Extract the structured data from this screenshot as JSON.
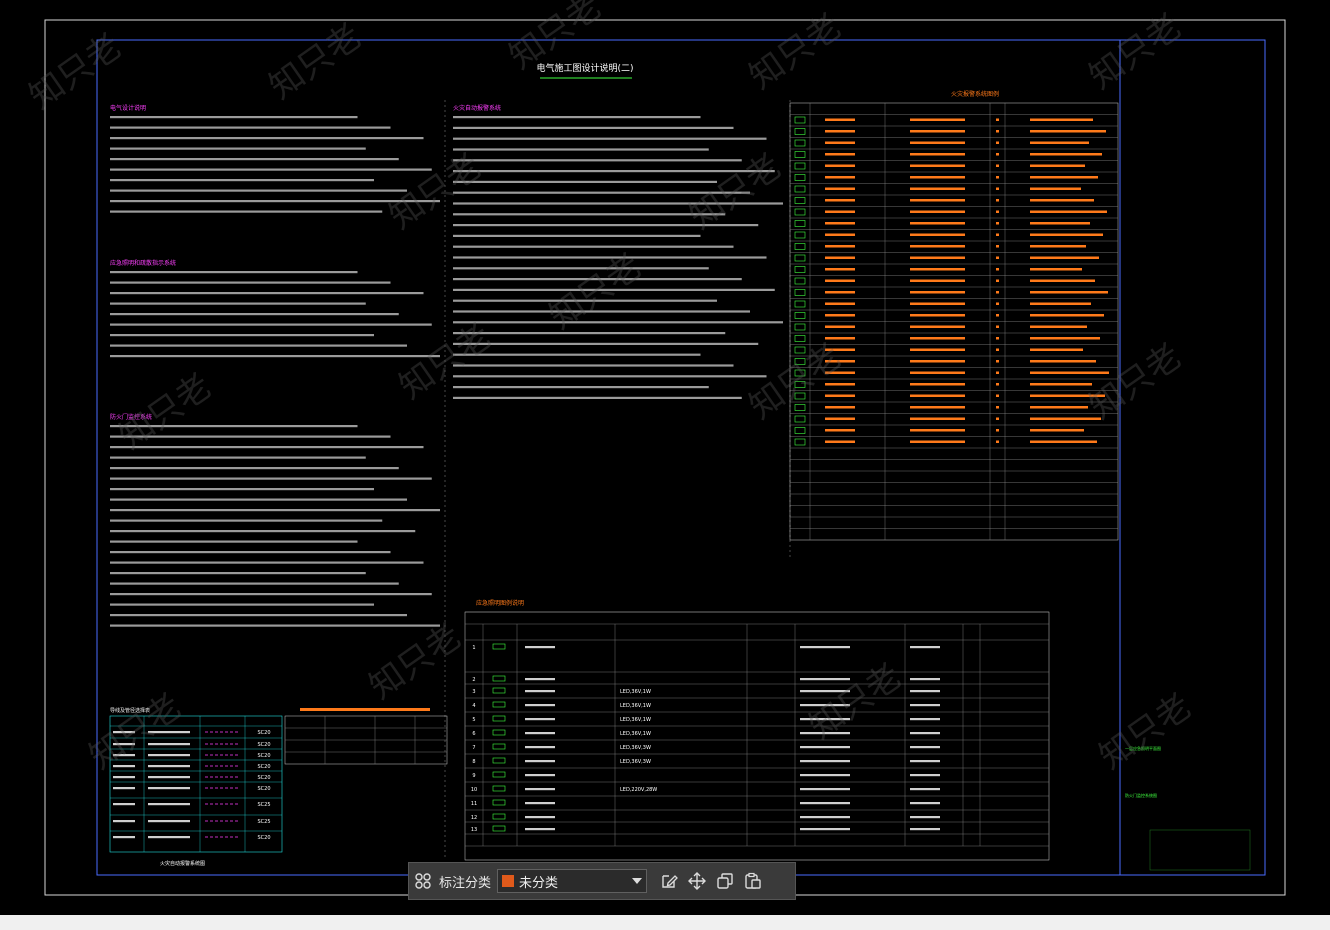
{
  "drawing": {
    "title": "电气施工图设计说明(二)",
    "section_headings": {
      "design_basis": "电气设计说明",
      "fire_alarm": "火灾自动报警系统",
      "emergency": "应急照明和疏散指示系统",
      "fire_legend": "火灾报警系统图例",
      "emergency_legend": "应急照明图例说明",
      "fire_doors": "防火门监控系统",
      "cable_table": "导线及管径选择表",
      "bottom_caption": "火灾自动报警系统图"
    },
    "right_panel_labels": [
      "一层应急照明平面图",
      "防火门监控系统图"
    ],
    "emergency_table": {
      "rows": [
        {
          "no": "1"
        },
        {
          "no": "2"
        },
        {
          "no": "3"
        },
        {
          "no": "4"
        },
        {
          "no": "5"
        },
        {
          "no": "6"
        },
        {
          "no": "7"
        },
        {
          "no": "8"
        },
        {
          "no": "9"
        },
        {
          "no": "10",
          "spec": "LED,220V,28W"
        },
        {
          "no": "11"
        },
        {
          "no": "12"
        },
        {
          "no": "13"
        }
      ],
      "specs": [
        "LED,36V,1W",
        "LED,36V,1W",
        "LED,36V,1W",
        "LED,36V,1W",
        "LED,36V,3W",
        "LED,36V,3W"
      ]
    },
    "cable_table_codes": [
      "SC20",
      "SC20",
      "SC20",
      "SC20",
      "SC20",
      "SC20",
      "SC25",
      "SC25",
      "SC20"
    ]
  },
  "watermark": "知只老",
  "toolbar": {
    "category_label": "标注分类",
    "selected_category": "未分类",
    "buttons": [
      {
        "name": "grid-icon"
      },
      {
        "name": "edit-annotation-icon"
      },
      {
        "name": "move-icon"
      },
      {
        "name": "copy-icon"
      },
      {
        "name": "paste-icon"
      }
    ]
  },
  "colors": {
    "background": "#000000",
    "frame": "#4a6cff",
    "title": "#ffffff",
    "heading": "#ff40ff",
    "legend_orange": "#ff7a1a",
    "legend_green": "#40ff40",
    "table_cyan": "#20e0e0",
    "swatch": "#e05a1b"
  }
}
